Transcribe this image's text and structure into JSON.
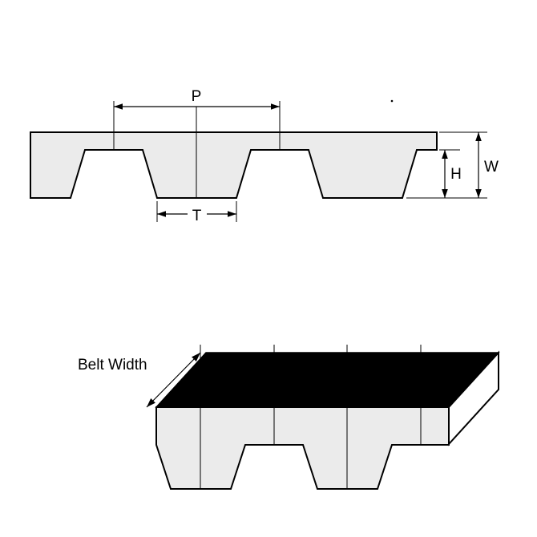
{
  "labels": {
    "pitch": "P",
    "tooth_width": "T",
    "tooth_height": "H",
    "belt_thickness": "W",
    "belt_width": "Belt Width"
  },
  "colors": {
    "outline": "#000000",
    "belt_fill": "#ebebeb",
    "top_face_fill": "#000000",
    "end_face_fill": "#ffffff",
    "background": "#ffffff"
  }
}
